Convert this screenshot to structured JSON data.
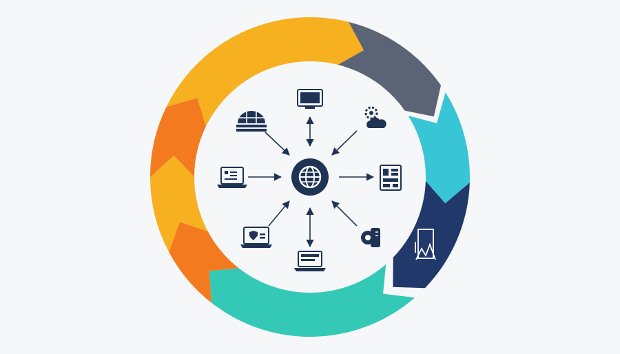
{
  "diagram": {
    "type": "cycle-hub",
    "background": "#f6f7f9",
    "ink_color": "#1f3354",
    "ring_segments": [
      {
        "name": "segment-1",
        "color": "#f7b01f"
      },
      {
        "name": "segment-2",
        "color": "#5b6474"
      },
      {
        "name": "segment-3",
        "color": "#38c6d6"
      },
      {
        "name": "segment-4",
        "color": "#20386a"
      },
      {
        "name": "segment-5",
        "color": "#34c9b6"
      },
      {
        "name": "segment-6",
        "color": "#f47a20"
      },
      {
        "name": "segment-7",
        "color": "#f7b01f"
      },
      {
        "name": "segment-8",
        "color": "#f47a20"
      }
    ],
    "hub": {
      "icon": "globe-icon"
    },
    "nodes": [
      {
        "icon": "monitor-icon",
        "link": "bidirectional"
      },
      {
        "icon": "cloud-gear-icon",
        "link": "to-hub"
      },
      {
        "icon": "dashboard-tablet-icon",
        "link": "from-hub"
      },
      {
        "icon": "webcam-gear-icon",
        "link": "to-hub"
      },
      {
        "icon": "laptop-icon",
        "link": "bidirectional"
      },
      {
        "icon": "laptop-shield-icon",
        "link": "to-hub"
      },
      {
        "icon": "laptop-document-icon",
        "link": "to-hub"
      },
      {
        "icon": "server-dome-icon",
        "link": "to-hub"
      }
    ],
    "ring_badge": {
      "icon": "mountain-chart-icon"
    }
  }
}
